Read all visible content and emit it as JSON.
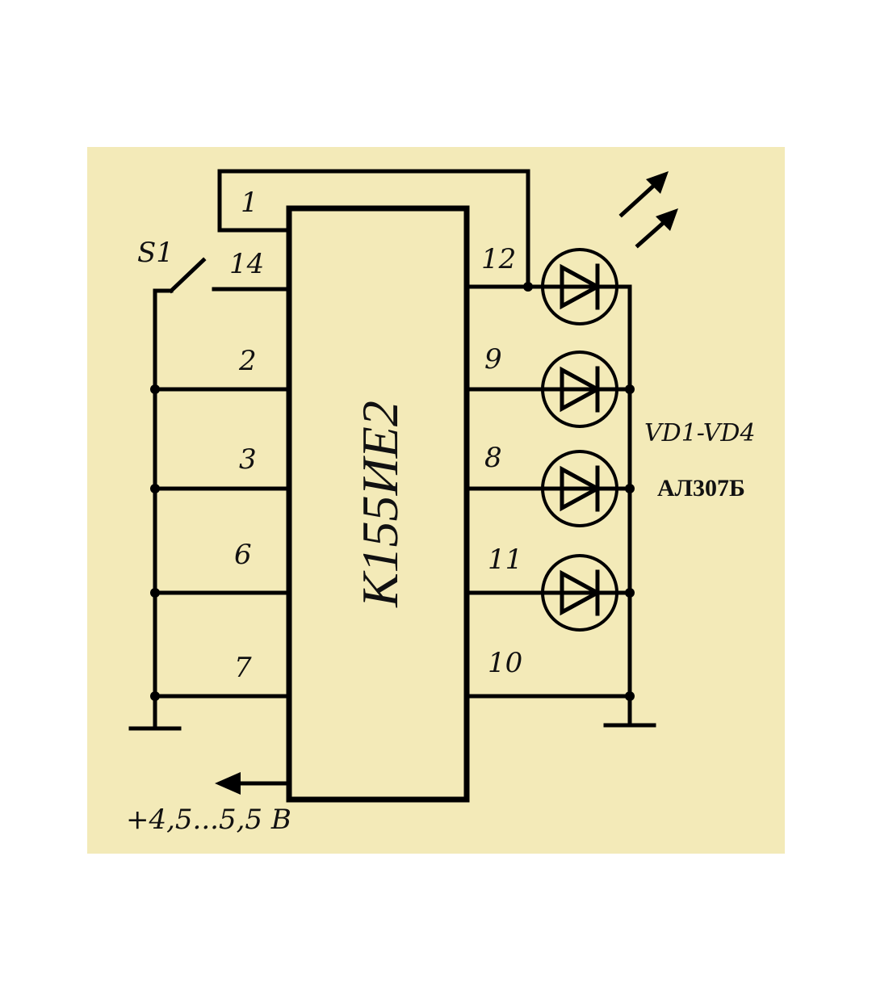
{
  "colors": {
    "background": "#f3eab8",
    "ink": "#000000"
  },
  "chip": {
    "label": "К155ИЕ2"
  },
  "pins": {
    "p1": "1",
    "p14": "14",
    "p2": "2",
    "p3": "3",
    "p6": "6",
    "p7": "7",
    "p12": "12",
    "p9": "9",
    "p8": "8",
    "p11": "11",
    "p10": "10"
  },
  "switch": {
    "label": "S1"
  },
  "leds": {
    "label": "VD1-VD4",
    "type": "АЛ307Б",
    "count": 4
  },
  "power": {
    "label": "+4,5...5,5 В"
  },
  "icons": [
    "switch-icon",
    "led-icon",
    "ground-icon",
    "power-arrow-icon",
    "light-emission-icon"
  ]
}
